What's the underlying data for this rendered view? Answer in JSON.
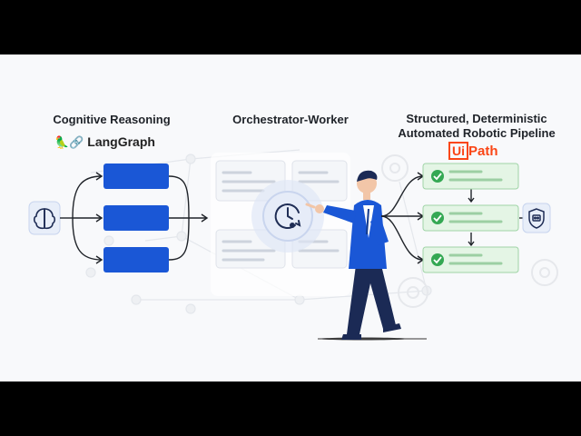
{
  "sections": {
    "left": {
      "title": "Cognitive Reasoning",
      "logo_text": "LangGraph",
      "logo_glyphs": "🦜🔗"
    },
    "center": {
      "title": "Orchestrator-Worker"
    },
    "right": {
      "title_line1": "Structured, Deterministic",
      "title_line2": "Automated Robotic Pipeline",
      "logo_ui": "Ui",
      "logo_path": "Path"
    }
  },
  "colors": {
    "blue_box": "#1a57d6",
    "green_box": "#e4f5e5",
    "green_check": "#34a853",
    "accent_light": "#e8eef9",
    "uipath_red": "#fa4616"
  },
  "icons": {
    "input": "brain-icon",
    "center": "clock-icon",
    "right": "robot-shield-icon",
    "steps": "check-icon"
  }
}
